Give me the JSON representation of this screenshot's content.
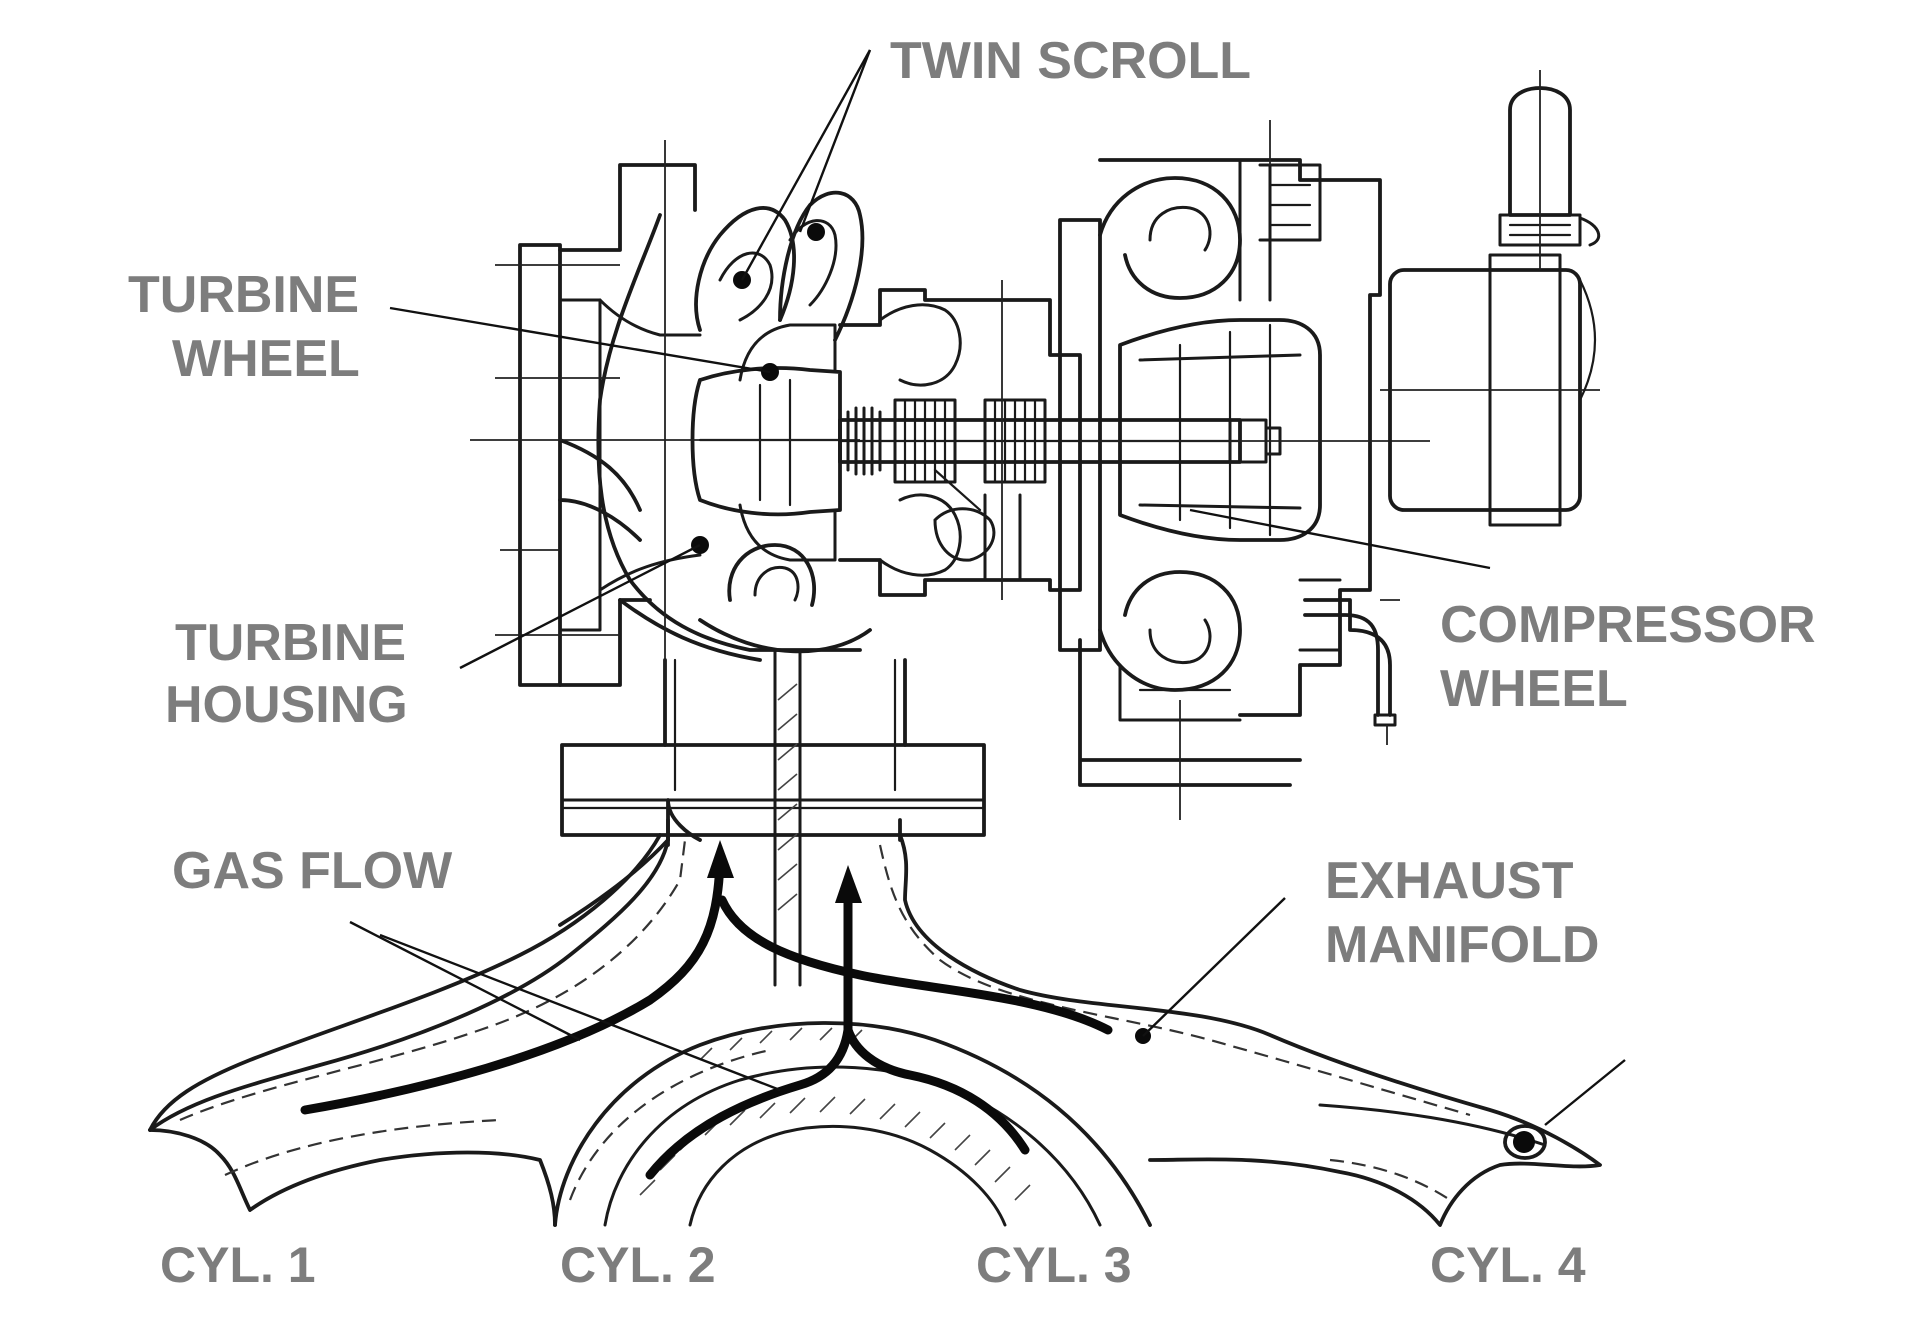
{
  "labels": {
    "twin_scroll": "TWIN SCROLL",
    "turbine_wheel_1": "TURBINE",
    "turbine_wheel_2": "WHEEL",
    "turbine_housing_1": "TURBINE",
    "turbine_housing_2": "HOUSING",
    "compressor_wheel_1": "COMPRESSOR",
    "compressor_wheel_2": "WHEEL",
    "gas_flow": "GAS FLOW",
    "exhaust_manifold_1": "EXHAUST",
    "exhaust_manifold_2": "MANIFOLD"
  },
  "cylinders": [
    "CYL. 1",
    "CYL. 2",
    "CYL. 3",
    "CYL. 4"
  ],
  "colors": {
    "label_text": "#7d7d7d",
    "line_art": "#1a1a1a",
    "background": "#ffffff"
  }
}
